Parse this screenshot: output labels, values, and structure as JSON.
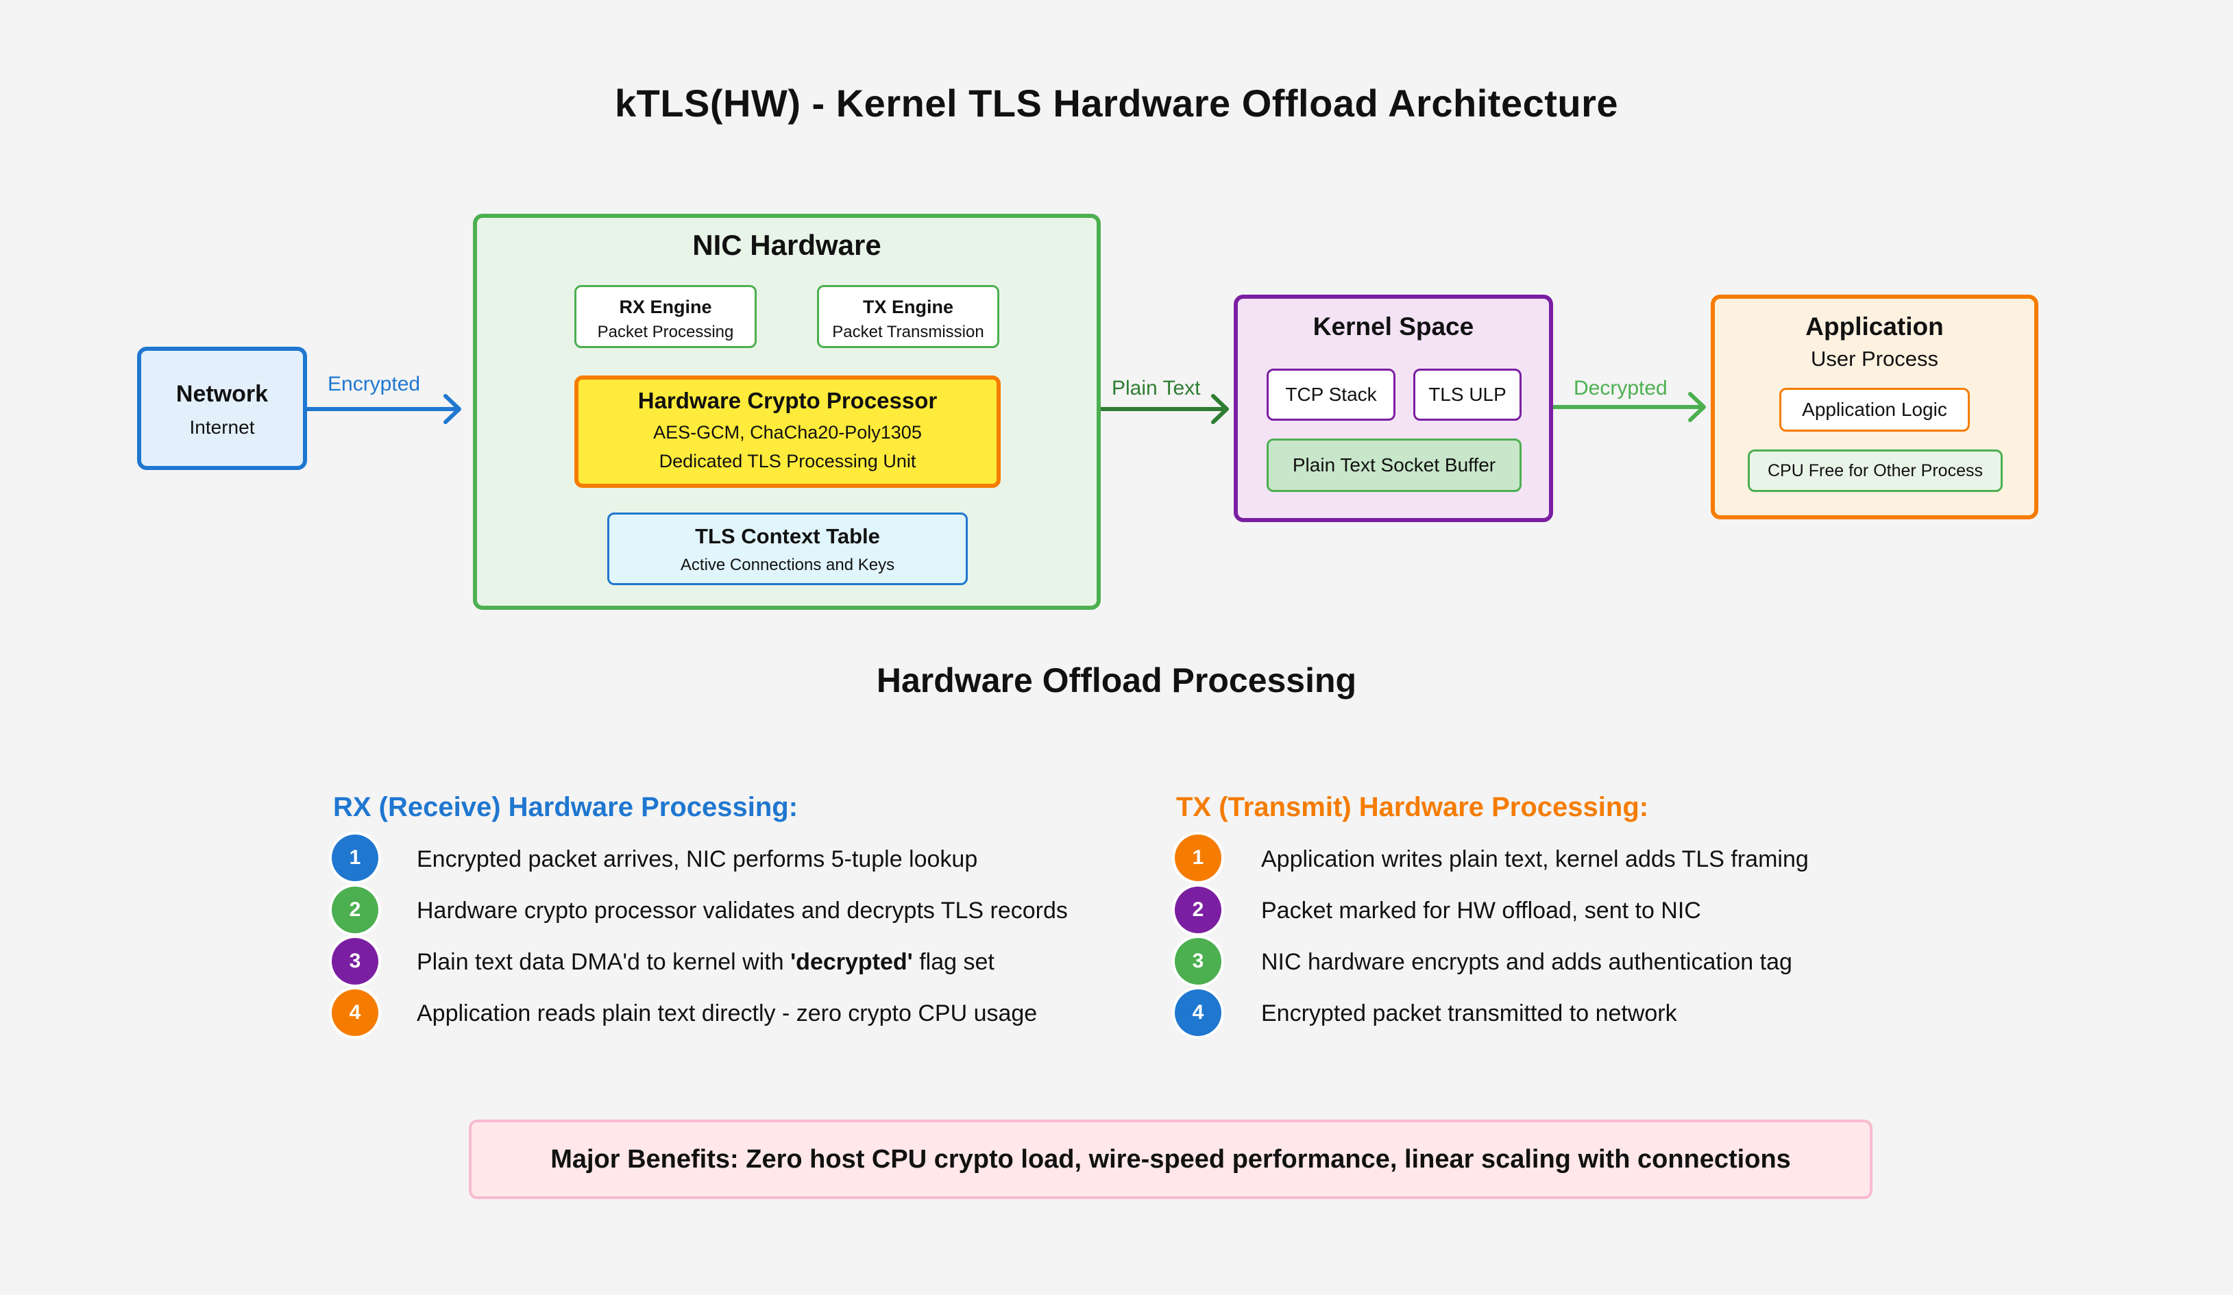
{
  "title": "kTLS(HW) - Kernel TLS Hardware Offload Architecture",
  "network": {
    "title": "Network",
    "subtitle": "Internet"
  },
  "nic": {
    "title": "NIC Hardware",
    "rx_engine": {
      "title": "RX Engine",
      "subtitle": "Packet Processing"
    },
    "tx_engine": {
      "title": "TX Engine",
      "subtitle": "Packet Transmission"
    },
    "crypto": {
      "title": "Hardware Crypto Processor",
      "line1": "AES-GCM, ChaCha20-Poly1305",
      "line2": "Dedicated TLS Processing Unit"
    },
    "context": {
      "title": "TLS Context Table",
      "subtitle": "Active Connections and Keys"
    }
  },
  "kernel": {
    "title": "Kernel Space",
    "tcp": "TCP Stack",
    "tls_ulp": "TLS ULP",
    "buffer": "Plain Text Socket Buffer"
  },
  "application": {
    "title": "Application",
    "subtitle": "User Process",
    "logic": "Application Logic",
    "cpu_free": "CPU Free for Other Process"
  },
  "arrows": {
    "encrypted": "Encrypted",
    "plain_text": "Plain Text",
    "decrypted": "Decrypted"
  },
  "section_title": "Hardware Offload Processing",
  "rx": {
    "title": "RX (Receive) Hardware Processing:",
    "steps": [
      {
        "num": "1",
        "color": "#1f77d0",
        "text": "Encrypted packet arrives, NIC performs 5-tuple lookup"
      },
      {
        "num": "2",
        "color": "#4caf50",
        "text": "Hardware crypto processor validates and decrypts TLS records"
      },
      {
        "num": "3",
        "color": "#7b1fa2",
        "text_pre": "Plain text data DMA'd to kernel with ",
        "text_bold": "'decrypted'",
        "text_post": " flag set"
      },
      {
        "num": "4",
        "color": "#f57c00",
        "text": "Application reads plain text directly - zero crypto CPU usage"
      }
    ]
  },
  "tx": {
    "title": "TX (Transmit) Hardware Processing:",
    "steps": [
      {
        "num": "1",
        "color": "#f57c00",
        "text": "Application writes plain text, kernel adds TLS framing"
      },
      {
        "num": "2",
        "color": "#7b1fa2",
        "text": "Packet marked for HW offload, sent to NIC"
      },
      {
        "num": "3",
        "color": "#4caf50",
        "text": "NIC hardware encrypts and adds authentication tag"
      },
      {
        "num": "4",
        "color": "#1f77d0",
        "text": "Encrypted packet transmitted to network"
      }
    ]
  },
  "benefits": "Major Benefits: Zero host CPU crypto load, wire-speed performance, linear scaling with connections"
}
